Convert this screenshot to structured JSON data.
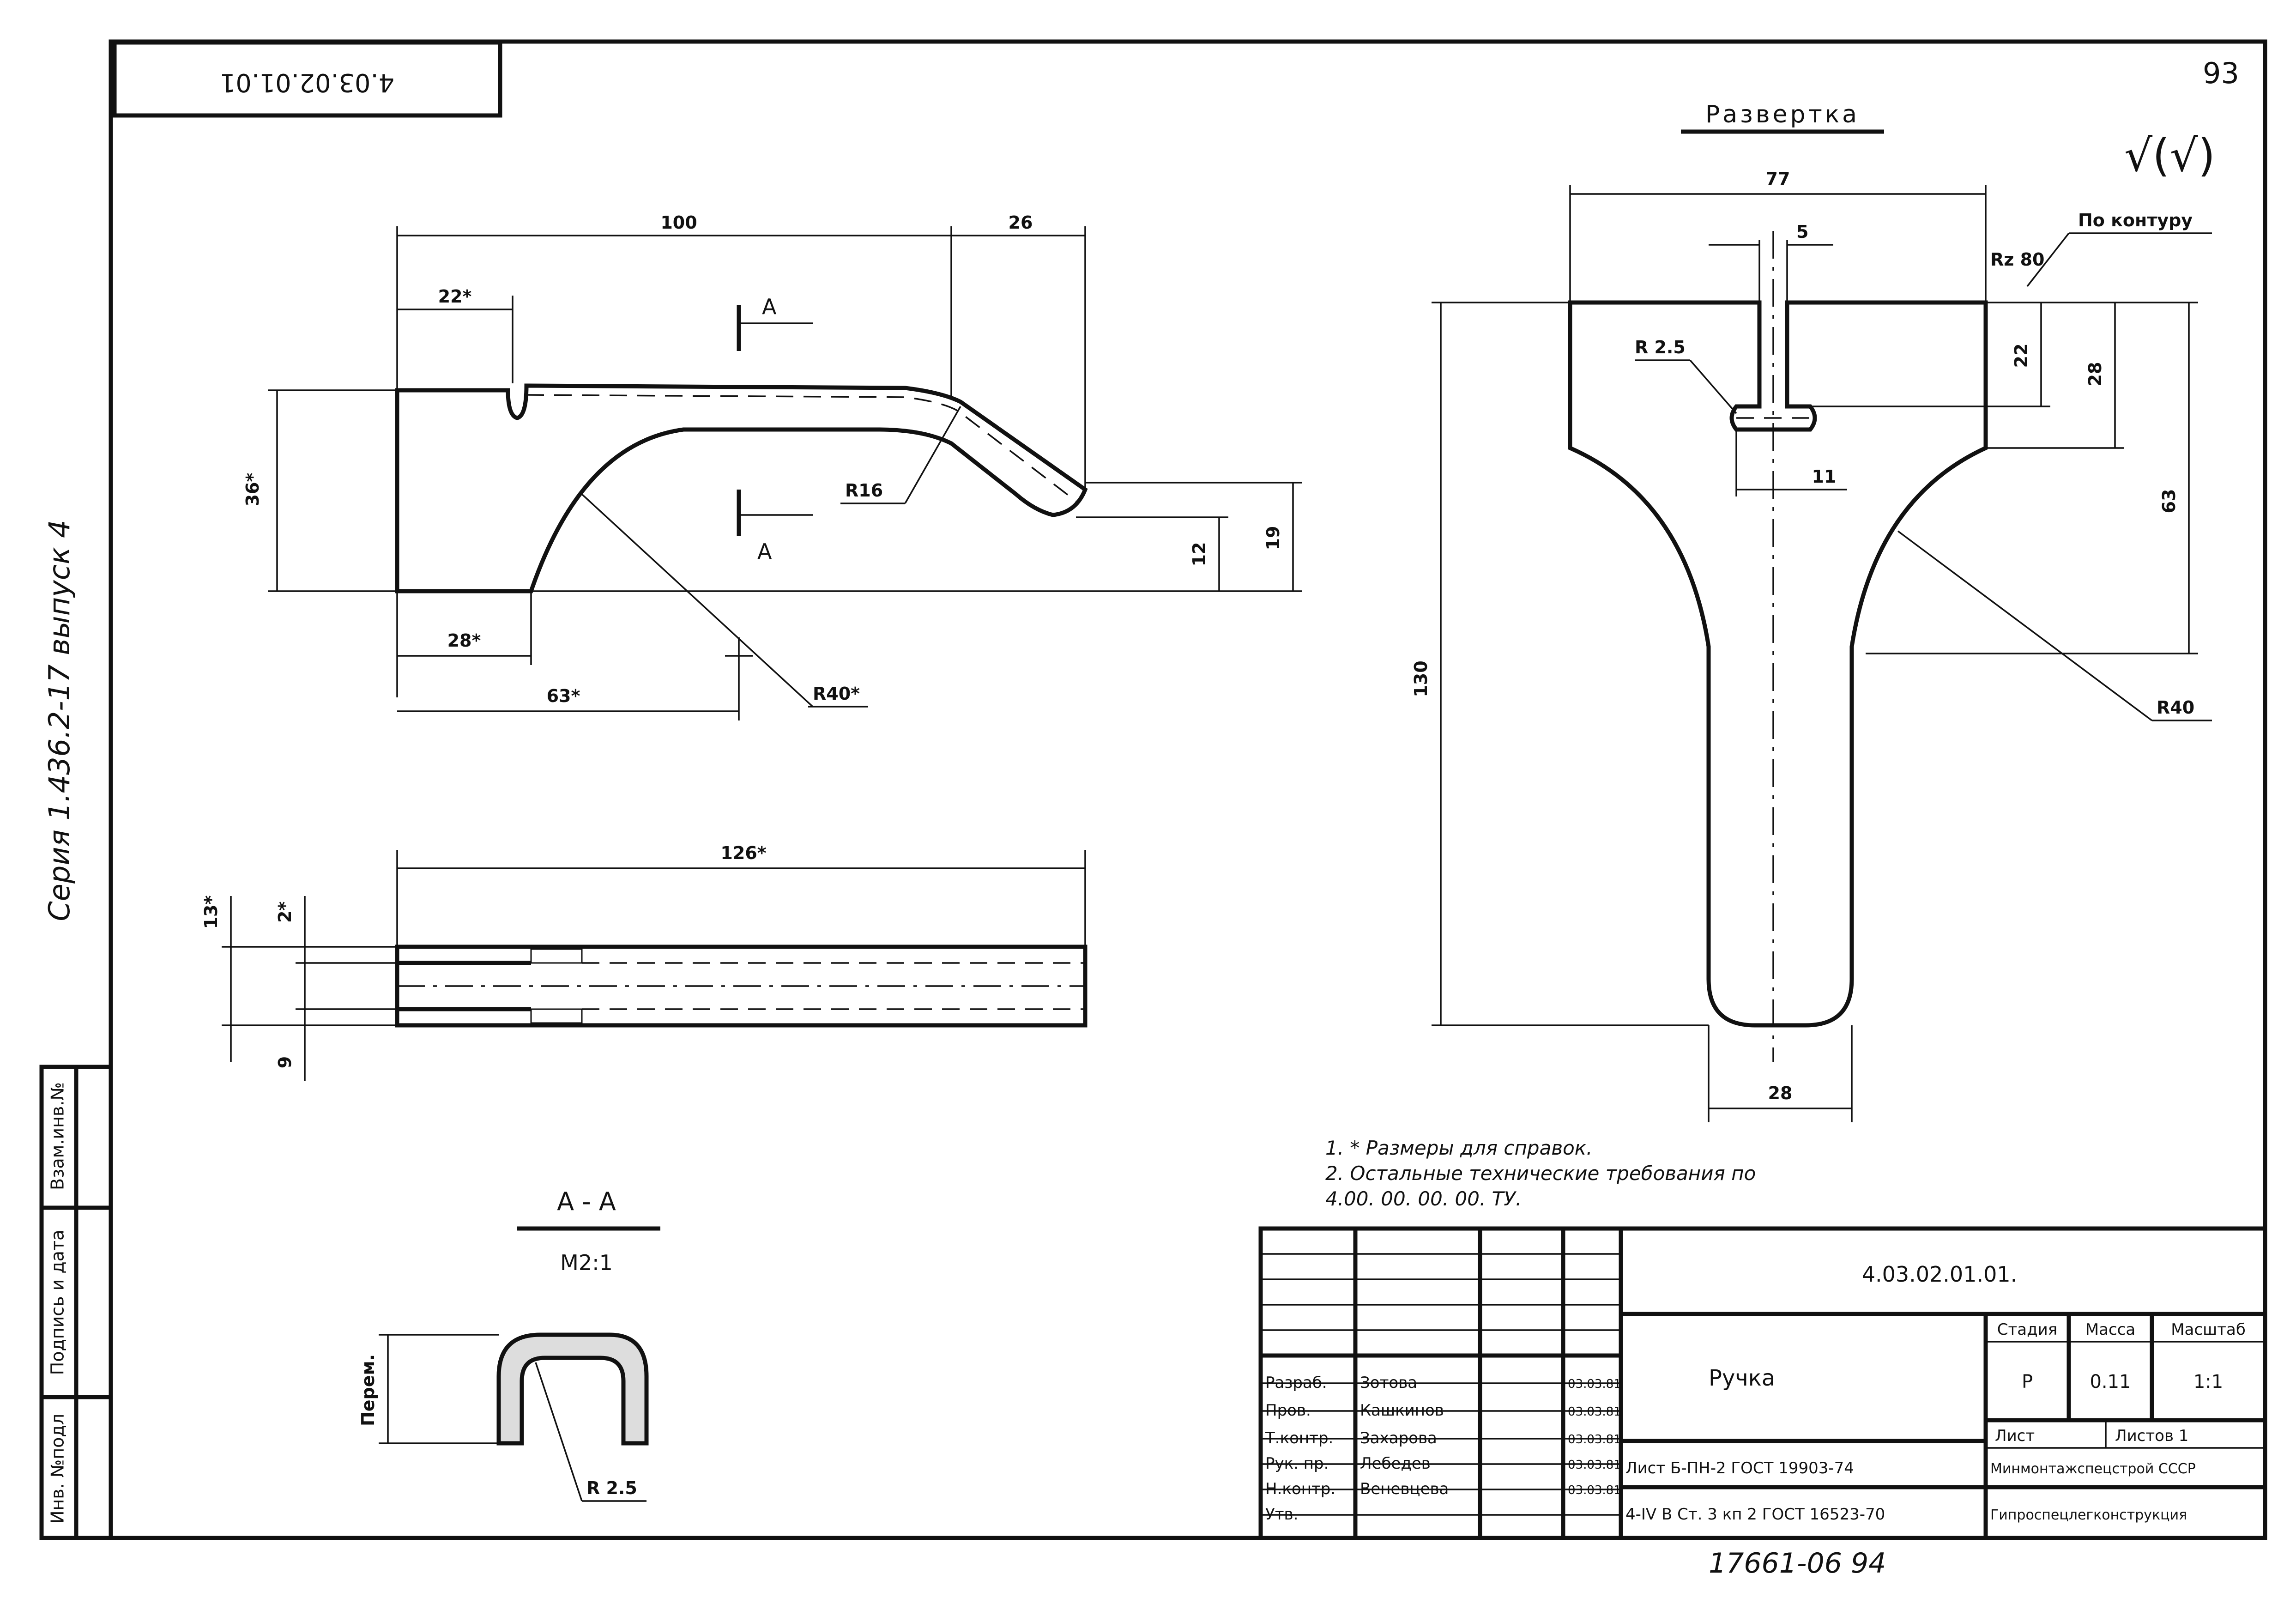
{
  "header": {
    "sheet_number": "93",
    "stamp_code_rotated": "4.03.02.01.01",
    "series_side": "Серия 1.436.2-17 выпуск 4",
    "bottom_code": "17661-06 94"
  },
  "roughness": {
    "symbol": "√(√)",
    "note": "По контуру",
    "rz": "Rz 80"
  },
  "views": {
    "unfold_title": "Развертка",
    "section_title": "А - А",
    "section_scale": "М2:1",
    "section_mark": "А"
  },
  "dims_main": {
    "d100": "100",
    "d26": "26",
    "d22": "22*",
    "d36": "36*",
    "r16": "R16",
    "d12": "12",
    "d19": "19",
    "d28": "28*",
    "d63": "63*",
    "r40": "R40*"
  },
  "dims_bottom": {
    "d126": "126*",
    "d13": "13*",
    "d2": "2*",
    "d9": "9"
  },
  "dims_section": {
    "perem": "Перем.",
    "r25": "R 2.5"
  },
  "dims_unfold": {
    "d77": "77",
    "d5": "5",
    "r25": "R 2.5",
    "d22": "22",
    "d28": "28",
    "d11": "11",
    "d63": "63",
    "d130": "130",
    "r40": "R40",
    "d28b": "28"
  },
  "notes": [
    "1. * Размеры для справок.",
    "2.   Остальные технические требования по",
    "      4.00. 00. 00. 00. ТУ."
  ],
  "side_strip": [
    "Инв. №подл",
    "Подпись и дата",
    "Взам.инв.№"
  ],
  "title_block": {
    "doc_code": "4.03.02.01.01.",
    "part_name": "Ручка",
    "stage_label": "Стадия",
    "mass_label": "Масса",
    "scale_label": "Масштаб",
    "stage": "Р",
    "mass": "0.11",
    "scale": "1:1",
    "sheet_label": "Лист",
    "sheets_label": "Листов 1",
    "material_1": "Лист Б-ПН-2 ГОСТ 19903-74",
    "material_2": "4-IV В Ст. 3 кп 2  ГОСТ 16523-70",
    "org_1": "Минмонтажспецстрой СССР",
    "org_2": "Гипроспецлегконструкция",
    "roles": [
      {
        "role": "Разраб.",
        "name": "Зотова",
        "date": "03.03.81"
      },
      {
        "role": "Пров.",
        "name": "Кашкинов",
        "date": "03.03.81"
      },
      {
        "role": "Т.контр.",
        "name": "Захарова",
        "date": "03.03.81"
      },
      {
        "role": "Рук. пр.",
        "name": "Лебедев",
        "date": "03.03.81"
      },
      {
        "role": "Н.контр.",
        "name": "Веневцева",
        "date": "03.03.81"
      },
      {
        "role": "Утв.",
        "name": "",
        "date": ""
      }
    ]
  }
}
